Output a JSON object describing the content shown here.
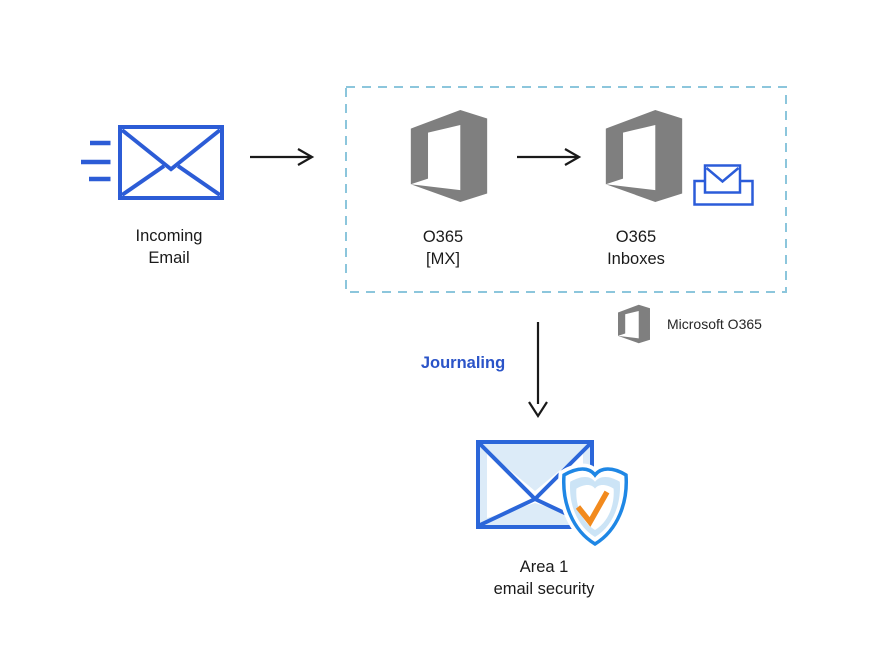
{
  "nodes": {
    "incoming_email": {
      "line1": "Incoming",
      "line2": "Email"
    },
    "o365_mx": {
      "line1": "O365",
      "line2": "[MX]"
    },
    "o365_inboxes": {
      "line1": "O365",
      "line2": "Inboxes"
    },
    "area1": {
      "line1": "Area 1",
      "line2": "email security"
    }
  },
  "annotations": {
    "journaling_label": "Journaling",
    "legend_label": "Microsoft O365"
  },
  "icons": {
    "incoming_email": "envelope-with-speed-lines-icon",
    "o365": "office365-logo-icon",
    "inbox": "envelope-in-tray-icon",
    "area1": "envelope-with-shield-check-icon",
    "arrows": "open-head-arrow"
  },
  "colors": {
    "envelope_blue": "#2c5cd6",
    "journaling_blue": "#2b54c8",
    "light_blue_fill": "#dcebf8",
    "shield_outline_blue": "#1f87e5",
    "shield_band_blue": "#cce4f6",
    "check_orange": "#f28a1d",
    "office_gray": "#7f7f7f",
    "dashed_border_blue": "#8cc6dc",
    "arrow_black": "#1a1a1a",
    "text_black": "#1a1a1a",
    "background": "#ffffff"
  }
}
